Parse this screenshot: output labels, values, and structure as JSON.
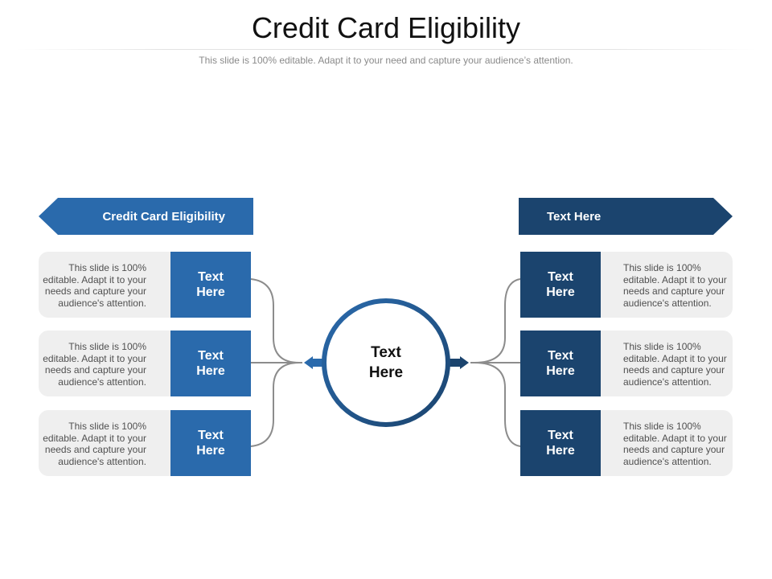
{
  "slide": {
    "title": "Credit Card Eligibility",
    "subtitle": "This slide is 100% editable. Adapt it to your need and capture your audience’s attention."
  },
  "headers": {
    "left": "Credit Card Eligibility",
    "right": "Text Here"
  },
  "center": {
    "line1": "Text",
    "line2": "Here"
  },
  "left_cards": [
    {
      "tile_line1": "Text",
      "tile_line2": "Here",
      "description": "This slide is 100% editable. Adapt it to your needs and capture your audience's attention."
    },
    {
      "tile_line1": "Text",
      "tile_line2": "Here",
      "description": "This slide is 100% editable. Adapt it to your needs and capture your audience's attention."
    },
    {
      "tile_line1": "Text",
      "tile_line2": "Here",
      "description": "This slide is 100% editable. Adapt it to your needs and capture your audience's attention."
    }
  ],
  "right_cards": [
    {
      "tile_line1": "Text",
      "tile_line2": "Here",
      "description": "This slide is 100% editable. Adapt it to your needs and capture your audience's attention."
    },
    {
      "tile_line1": "Text",
      "tile_line2": "Here",
      "description": "This slide is 100% editable. Adapt it to your needs and capture your audience's attention."
    },
    {
      "tile_line1": "Text",
      "tile_line2": "Here",
      "description": "This slide is 100% editable. Adapt it to your needs and capture your audience's attention."
    }
  ],
  "colors": {
    "primary_blue": "#2a6aac",
    "dark_blue": "#1b446e",
    "card_background": "#efefef",
    "connector_gray": "#8c8c8c"
  }
}
